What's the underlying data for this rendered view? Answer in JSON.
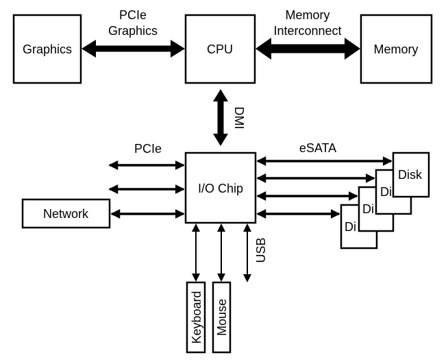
{
  "nodes": {
    "graphics": "Graphics",
    "cpu": "CPU",
    "memory": "Memory",
    "io_chip": "I/O Chip",
    "network": "Network",
    "keyboard": "Keyboard",
    "mouse": "Mouse",
    "disks": [
      "Disk",
      "Di",
      "Di",
      "Di"
    ]
  },
  "links": {
    "pcie_graphics_line1": "PCIe",
    "pcie_graphics_line2": "Graphics",
    "memory_interconnect_line1": "Memory",
    "memory_interconnect_line2": "Interconnect",
    "dmi": "DMI",
    "pcie": "PCIe",
    "esata": "eSATA",
    "usb": "USB"
  },
  "colors": {
    "stroke": "#000000",
    "fill": "#ffffff"
  }
}
